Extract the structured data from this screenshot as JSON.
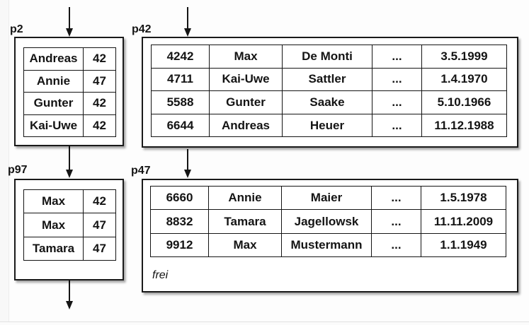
{
  "diagram": {
    "type": "database-index-pages",
    "colors": {
      "background": "#fdfdfd",
      "ink": "#141414",
      "box_background": "#ffffff"
    },
    "edges": [
      "entry-arrow-into-p2",
      "entry-arrow-into-p42",
      "arrow-p2-to-p97",
      "arrow-p42-to-p47",
      "exit-arrow-from-p97"
    ],
    "pages": {
      "p2": {
        "label": "p2",
        "rows": [
          [
            "Andreas",
            "42"
          ],
          [
            "Annie",
            "47"
          ],
          [
            "Gunter",
            "42"
          ],
          [
            "Kai-Uwe",
            "42"
          ]
        ]
      },
      "p42": {
        "label": "p42",
        "rows": [
          [
            "4242",
            "Max",
            "De Monti",
            "...",
            "3.5.1999"
          ],
          [
            "4711",
            "Kai-Uwe",
            "Sattler",
            "...",
            "1.4.1970"
          ],
          [
            "5588",
            "Gunter",
            "Saake",
            "...",
            "5.10.1966"
          ],
          [
            "6644",
            "Andreas",
            "Heuer",
            "...",
            "11.12.1988"
          ]
        ]
      },
      "p97": {
        "label": "p97",
        "rows": [
          [
            "Max",
            "42"
          ],
          [
            "Max",
            "47"
          ],
          [
            "Tamara",
            "47"
          ]
        ]
      },
      "p47": {
        "label": "p47",
        "rows": [
          [
            "6660",
            "Annie",
            "Maier",
            "...",
            "1.5.1978"
          ],
          [
            "8832",
            "Tamara",
            "Jagellowsk",
            "...",
            "11.11.2009"
          ],
          [
            "9912",
            "Max",
            "Mustermann",
            "...",
            "1.1.1949"
          ]
        ],
        "free_label": "frei"
      }
    }
  }
}
